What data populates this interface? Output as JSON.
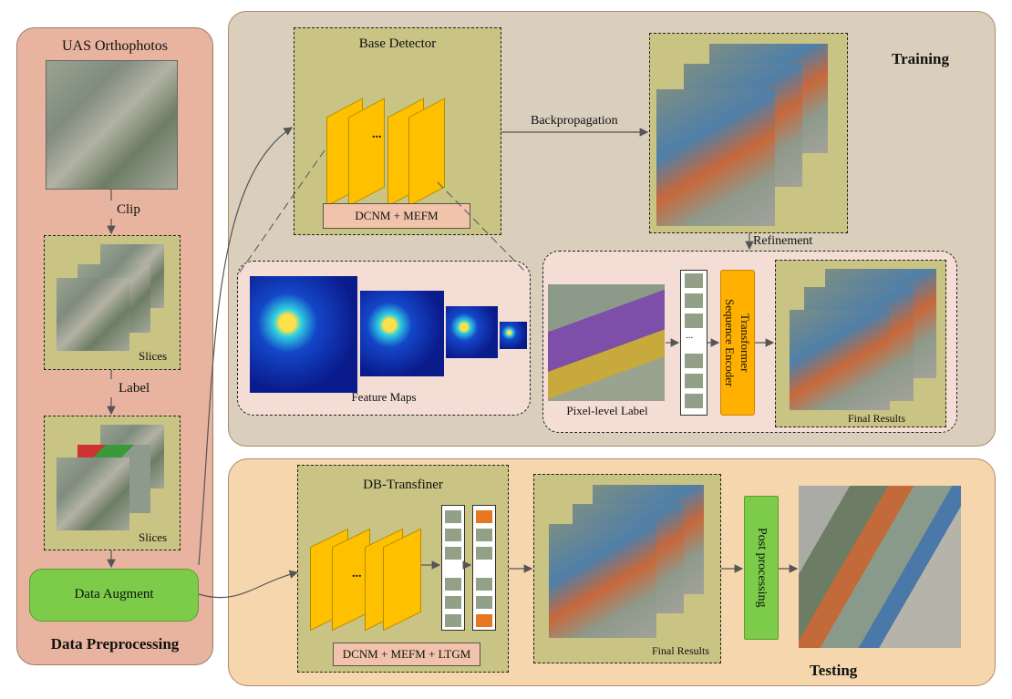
{
  "preprocessing": {
    "title": "Data Preprocessing",
    "orthophotos_label": "UAS Orthophotos",
    "clip_label": "Clip",
    "label_label": "Label",
    "slices_label_1": "Slices",
    "slices_label_2": "Slices",
    "augment_label": "Data Augment"
  },
  "training": {
    "title": "Training",
    "base_detector_label": "Base Detector",
    "base_detector_module": "DCNM + MEFM",
    "backprop_label": "Backpropagation",
    "refinement_label": "Refinement",
    "feature_maps_label": "Feature Maps",
    "pixel_label": "Pixel-level Label",
    "encoder_label_1": "Transformer",
    "encoder_label_2": "Sequence Encoder",
    "final_results_label": "Final Results",
    "ellipsis": "..."
  },
  "testing": {
    "title": "Testing",
    "model_label": "DB-Transfiner",
    "model_module": "DCNM + MEFM + LTGM",
    "final_results_label": "Final Results",
    "post_processing_label": "Post processing",
    "ellipsis": "..."
  },
  "colors": {
    "preprocessing_bg": "#e8b4a0",
    "training_bg": "#d9cfbc",
    "testing_bg": "#f5d6ad",
    "feature_map_yellow": "#ffc000",
    "encoder_orange": "#ffb000",
    "augment_green": "#7ccc4a",
    "sequence_cell": "#93a088",
    "highlight_orange": "#e8761e"
  }
}
